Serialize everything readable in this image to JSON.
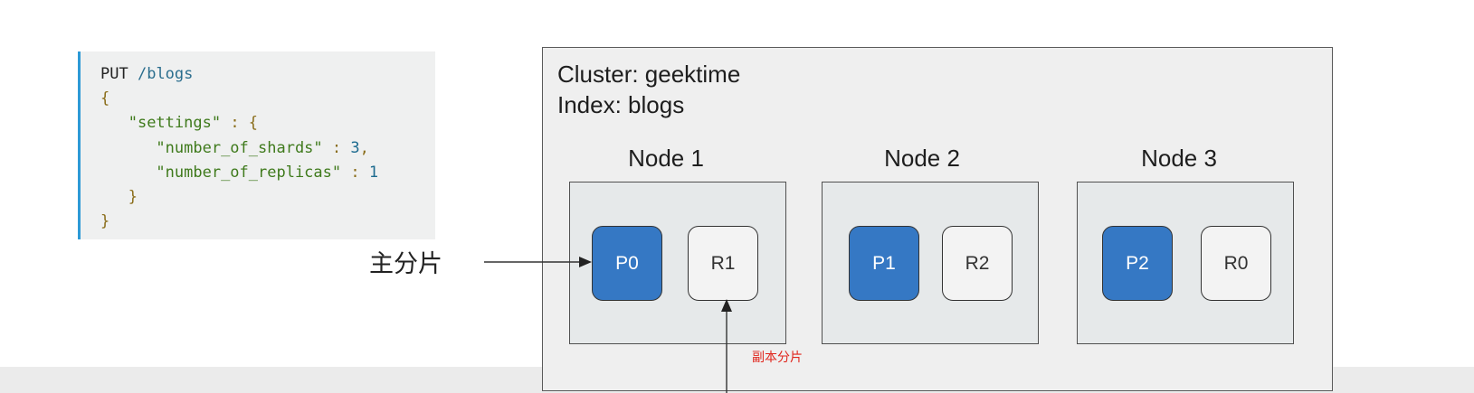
{
  "code": {
    "line1_method": "PUT",
    "line1_path": "/blogs",
    "line2": "{",
    "line3_key": "\"settings\"",
    "line3_rest": " : {",
    "line4_key": "\"number_of_shards\"",
    "line4_sep": " : ",
    "line4_val": "3",
    "line4_end": ",",
    "line5_key": "\"number_of_replicas\"",
    "line5_sep": " : ",
    "line5_val": "1",
    "line6": "}",
    "line7": "}"
  },
  "cluster": {
    "title": "Cluster: geektime",
    "index": "Index: blogs",
    "nodes": [
      {
        "label": "Node 1",
        "primary": "P0",
        "replica": "R1"
      },
      {
        "label": "Node 2",
        "primary": "P1",
        "replica": "R2"
      },
      {
        "label": "Node 3",
        "primary": "P2",
        "replica": "R0"
      }
    ]
  },
  "annotations": {
    "primary_shard": "主分片",
    "replica_shard": "副本分片"
  },
  "colors": {
    "primary_fill": "#3578c4",
    "replica_fill": "#f3f3f3",
    "annotation_red": "#e0261d",
    "code_border": "#2d9ad6"
  }
}
